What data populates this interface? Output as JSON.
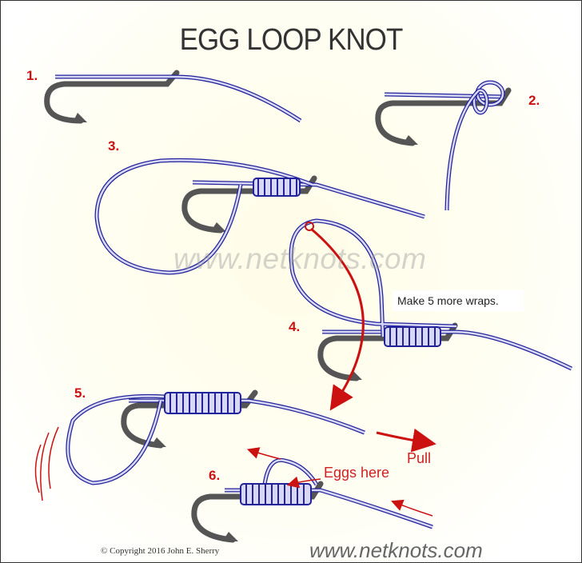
{
  "title": "EGG LOOP KNOT",
  "steps": [
    {
      "number": "1."
    },
    {
      "number": "2."
    },
    {
      "number": "3."
    },
    {
      "number": "4.",
      "note": "Make 5 more wraps."
    },
    {
      "number": "5.",
      "label": "Pull"
    },
    {
      "number": "6.",
      "label": "Eggs here"
    }
  ],
  "watermark": "www.netknots.com",
  "copyright": "© Copyright  2016  John E. Sherry",
  "footer_url": "www.netknots.com",
  "colors": {
    "line_outer": "#22229a",
    "line_inner": "#d8d8f5",
    "hook": "#555555",
    "accent_red": "#cc1111"
  }
}
